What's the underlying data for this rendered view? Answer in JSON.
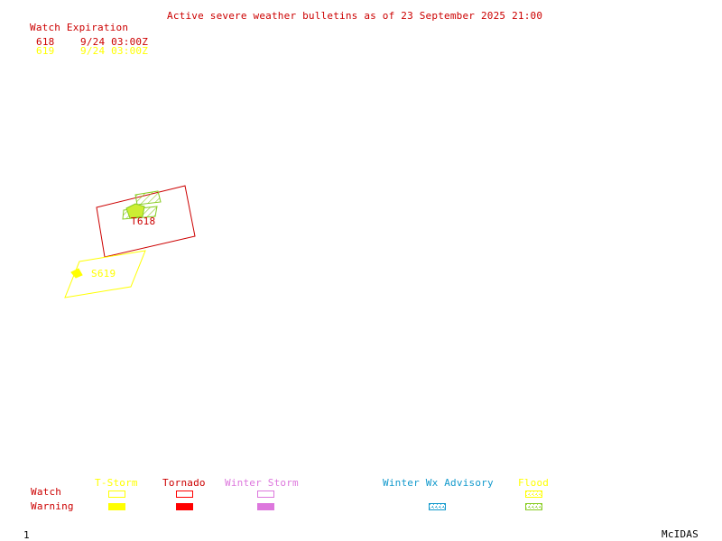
{
  "title": "Active severe weather bulletins as of 23 September 2025 21:00",
  "watch_table": {
    "header": "Watch Expiration",
    "rows": [
      {
        "watch": "618",
        "expiration": "9/24 03:00Z",
        "color": "#cc0000"
      },
      {
        "watch": "619",
        "expiration": "9/24 03:00Z",
        "color": "#ffff00"
      }
    ]
  },
  "map_labels": {
    "tornado_watch": "T618",
    "tstorm_watch": "S619"
  },
  "legend": {
    "row_labels": {
      "watch": "Watch",
      "warning": "Warning"
    },
    "categories": [
      {
        "label": "T-Storm",
        "color": "#ffff00"
      },
      {
        "label": "Tornado",
        "color": "#ff0000"
      },
      {
        "label": "Winter Storm",
        "color": "#dd77dd"
      },
      {
        "label": "Winter Wx Advisory",
        "color": "#1199cc"
      },
      {
        "label": "Flood",
        "color": "#88cc22"
      }
    ]
  },
  "footer": {
    "frame": "1",
    "brand": "McIDAS"
  },
  "colors": {
    "label_red": "#cc0000",
    "tornado": "#ff0000",
    "tstorm": "#ffff00",
    "flood": "#88cc22",
    "winter_storm": "#dd77dd",
    "winter_adv": "#1199cc"
  }
}
